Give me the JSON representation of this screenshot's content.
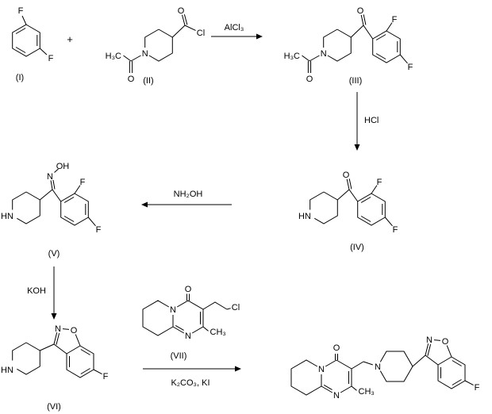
{
  "scheme": {
    "plus_sign": "+",
    "arrows": {
      "step1": {
        "reagent": "AlCl₃"
      },
      "step2": {
        "reagent": "HCl"
      },
      "step3": {
        "reagent": "NH₂OH"
      },
      "step4": {
        "reagent": "KOH"
      },
      "step5": {
        "reagent_below": "K₂CO₃, KI"
      }
    },
    "compounds": {
      "i": {
        "label": "(I)",
        "atoms": {
          "f_top": "F",
          "f_bottom": "F"
        }
      },
      "ii": {
        "label": "(II)",
        "atoms": {
          "o_acid_chloride": "O",
          "cl": "Cl",
          "ring_n": "N",
          "h3c": "H₃C",
          "o_acetyl": "O"
        }
      },
      "iii": {
        "label": "(III)",
        "atoms": {
          "o_ketone": "O",
          "f_ortho": "F",
          "f_para": "F",
          "ring_n": "N",
          "h3c": "H₃C",
          "o_acetyl": "O"
        }
      },
      "iv": {
        "label": "(IV)",
        "atoms": {
          "o_ketone": "O",
          "f_ortho": "F",
          "f_para": "F",
          "hn": "HN"
        }
      },
      "v": {
        "label": "(V)",
        "atoms": {
          "n_oxime": "N",
          "oh": "OH",
          "f_ortho": "F",
          "f_para": "F",
          "hn": "HN"
        }
      },
      "vi": {
        "label": "(VI)",
        "atoms": {
          "n_isoxazole": "N",
          "o_isoxazole": "O",
          "f": "F",
          "hn": "HN"
        }
      },
      "vii": {
        "label": "(VII)",
        "atoms": {
          "o_ketone": "O",
          "cl": "Cl",
          "n_bridgehead": "N",
          "n1": "N",
          "ch3": "CH₃"
        }
      },
      "product": {
        "atoms": {
          "o_ketone": "O",
          "n_bridgehead": "N",
          "n1": "N",
          "ch3": "CH₃",
          "n_piperidine": "N",
          "n_isoxazole": "N",
          "o_isoxazole": "O",
          "f": "F"
        }
      }
    }
  }
}
